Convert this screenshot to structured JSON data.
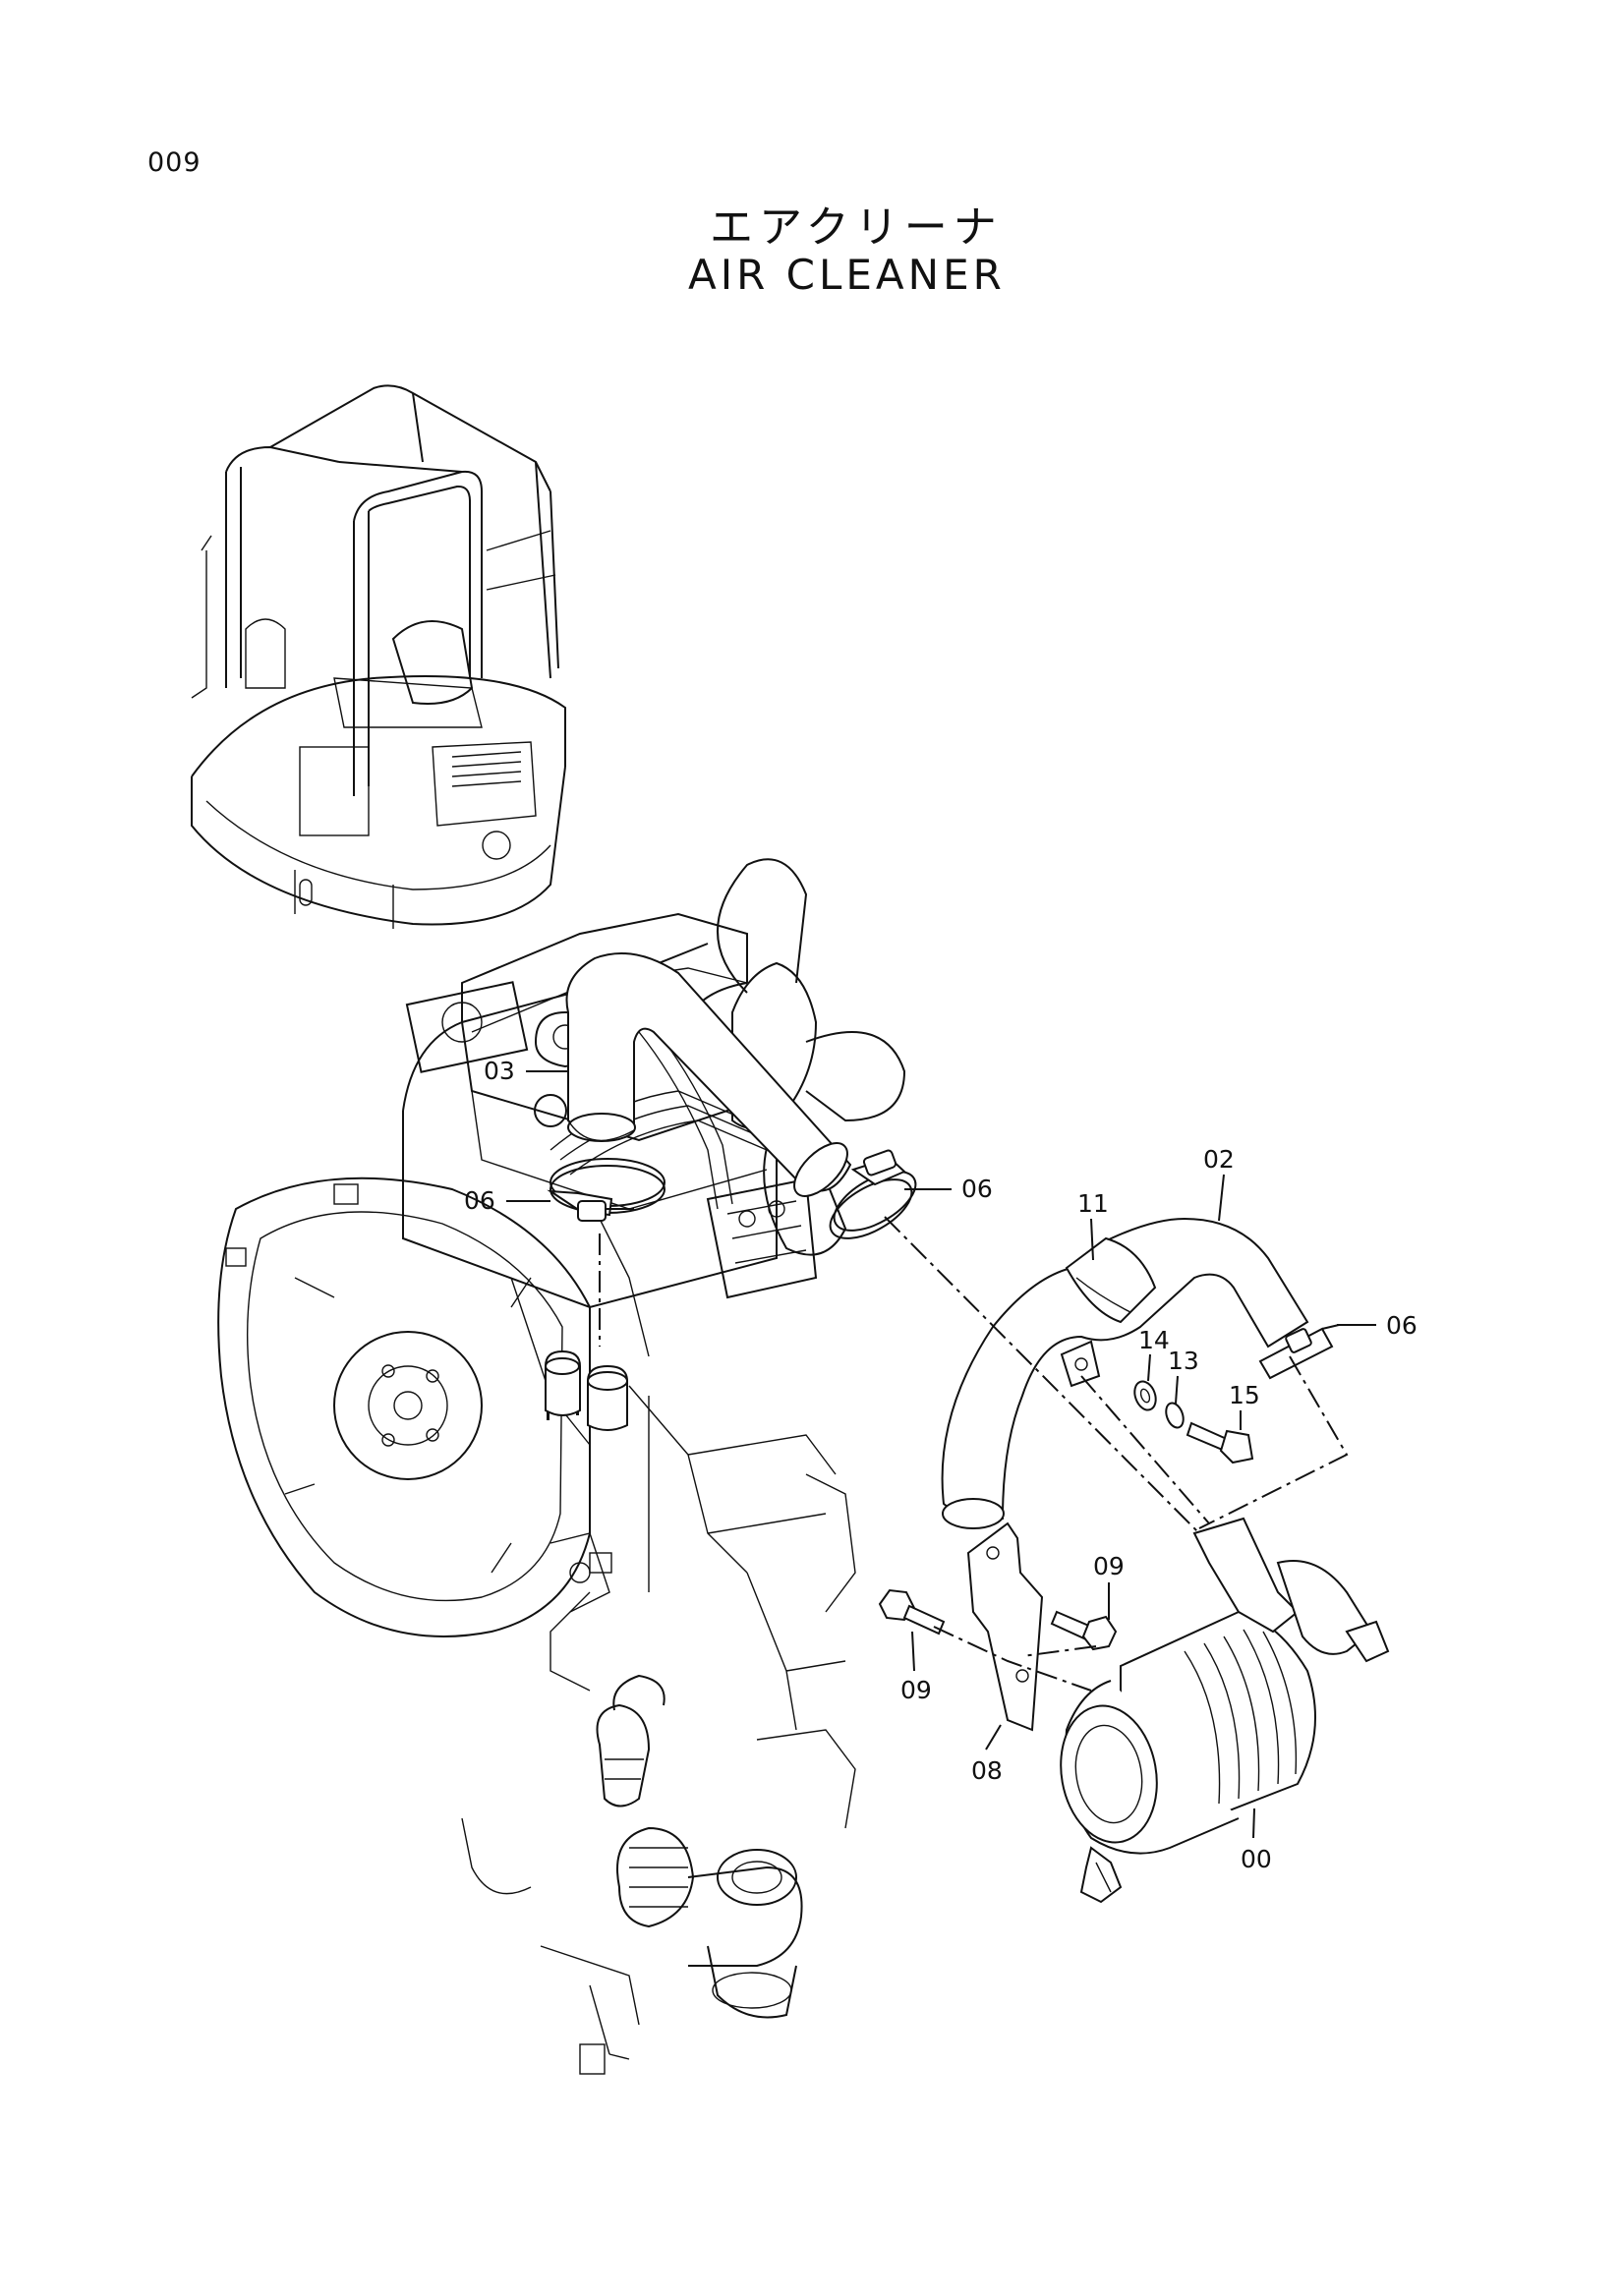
{
  "page": {
    "number": "009",
    "title_jp": "エアクリーナ",
    "title_en": "AIR  CLEANER"
  },
  "callouts": [
    {
      "id": "c03",
      "text": "03"
    },
    {
      "id": "c06a",
      "text": "06"
    },
    {
      "id": "c06b",
      "text": "06"
    },
    {
      "id": "c02",
      "text": "02"
    },
    {
      "id": "c11",
      "text": "11"
    },
    {
      "id": "c06c",
      "text": "06"
    },
    {
      "id": "c14",
      "text": "14"
    },
    {
      "id": "c13",
      "text": "13"
    },
    {
      "id": "c15",
      "text": "15"
    },
    {
      "id": "c09a",
      "text": "09"
    },
    {
      "id": "c09b",
      "text": "09"
    },
    {
      "id": "c08",
      "text": "08"
    },
    {
      "id": "c00",
      "text": "00"
    }
  ]
}
